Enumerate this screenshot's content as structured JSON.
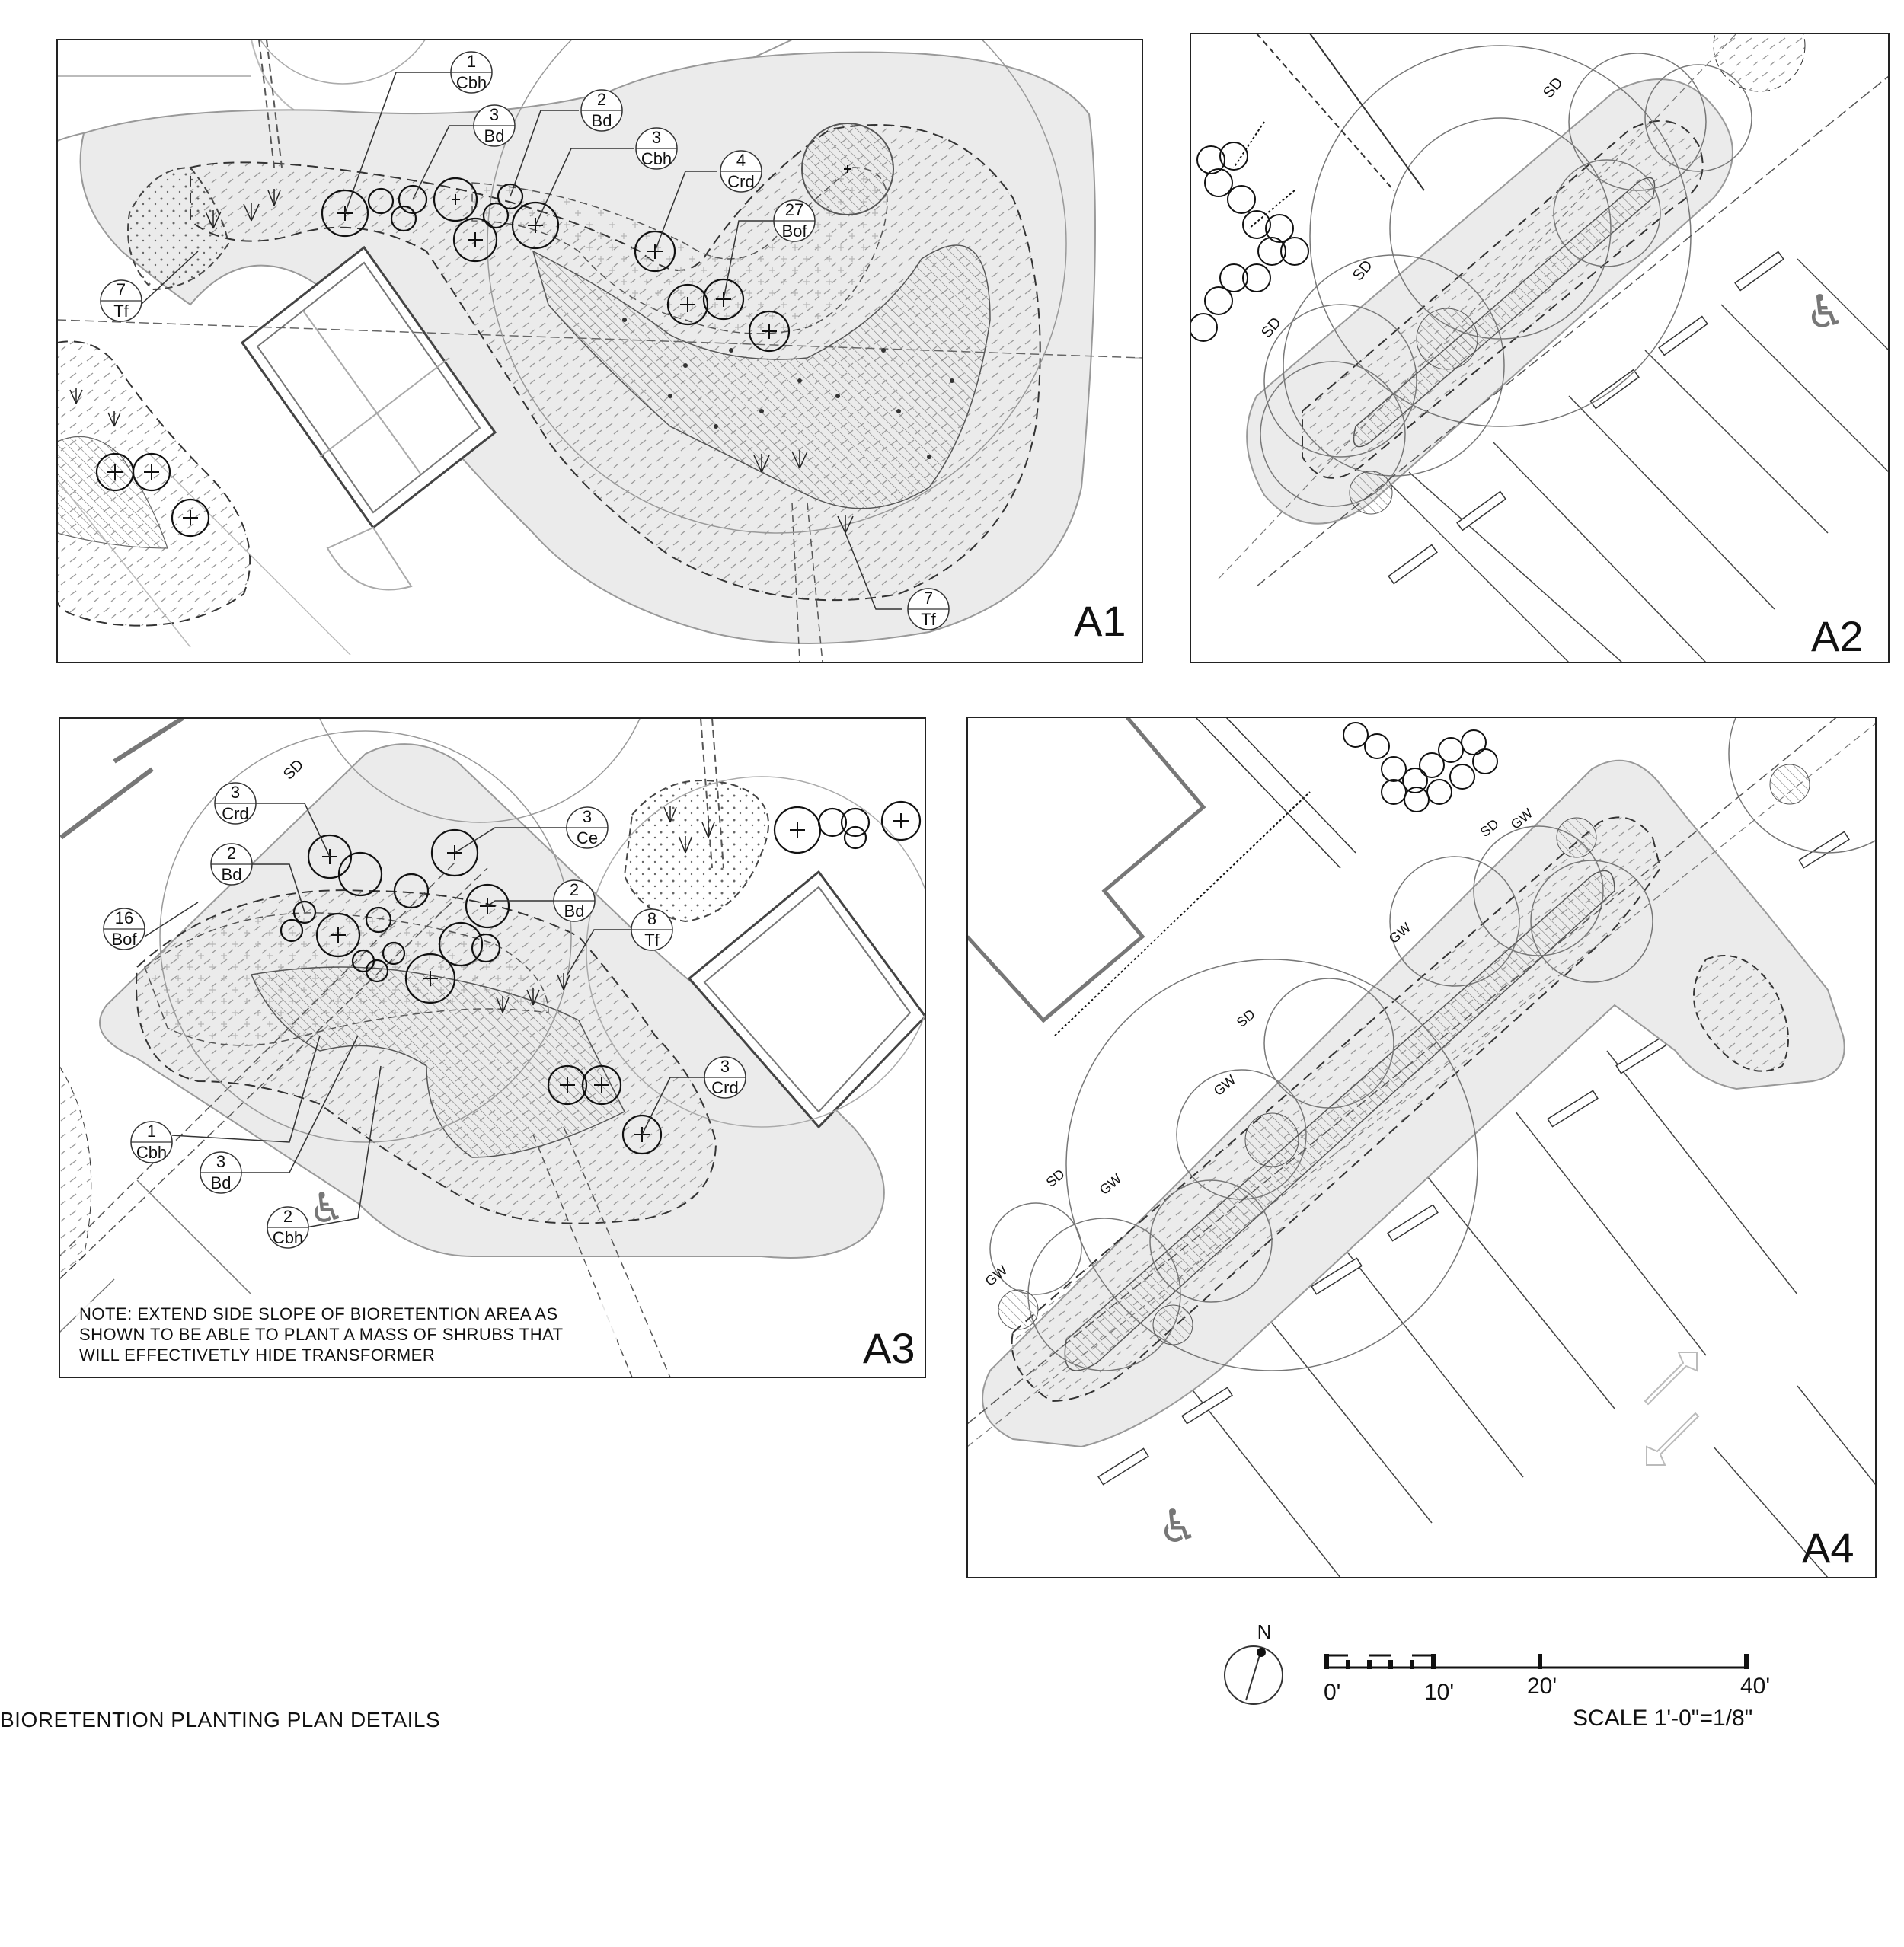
{
  "title": "BIORETENTION PLANTING PLAN DETAILS",
  "panels": [
    {
      "id": "A1"
    },
    {
      "id": "A2"
    },
    {
      "id": "A3"
    },
    {
      "id": "A4"
    }
  ],
  "callouts": {
    "A1": [
      {
        "num": "1",
        "code": "Cbh"
      },
      {
        "num": "3",
        "code": "Bd"
      },
      {
        "num": "2",
        "code": "Bd"
      },
      {
        "num": "3",
        "code": "Cbh"
      },
      {
        "num": "4",
        "code": "Crd"
      },
      {
        "num": "27",
        "code": "Bof"
      },
      {
        "num": "7",
        "code": "Tf"
      },
      {
        "num": "7",
        "code": "Tf"
      }
    ],
    "A3": [
      {
        "num": "3",
        "code": "Crd"
      },
      {
        "num": "2",
        "code": "Bd"
      },
      {
        "num": "16",
        "code": "Bof"
      },
      {
        "num": "3",
        "code": "Ce"
      },
      {
        "num": "2",
        "code": "Bd"
      },
      {
        "num": "8",
        "code": "Tf"
      },
      {
        "num": "3",
        "code": "Crd"
      },
      {
        "num": "1",
        "code": "Cbh"
      },
      {
        "num": "3",
        "code": "Bd"
      },
      {
        "num": "2",
        "code": "Cbh"
      }
    ]
  },
  "note": {
    "line1": "NOTE: EXTEND SIDE SLOPE OF BIORETENTION AREA AS",
    "line2": "SHOWN TO BE ABLE TO PLANT A MASS OF SHRUBS THAT",
    "line3": "WILL EFFECTIVETLY HIDE TRANSFORMER"
  },
  "map_labels": {
    "storm_drain": "SD",
    "gas_water": "GW"
  },
  "north_arrow": {
    "label": "N"
  },
  "scale_bar": {
    "ticks": [
      "0'",
      "10'",
      "20'",
      "40'"
    ],
    "text": "SCALE 1'-0\"=1/8\""
  }
}
